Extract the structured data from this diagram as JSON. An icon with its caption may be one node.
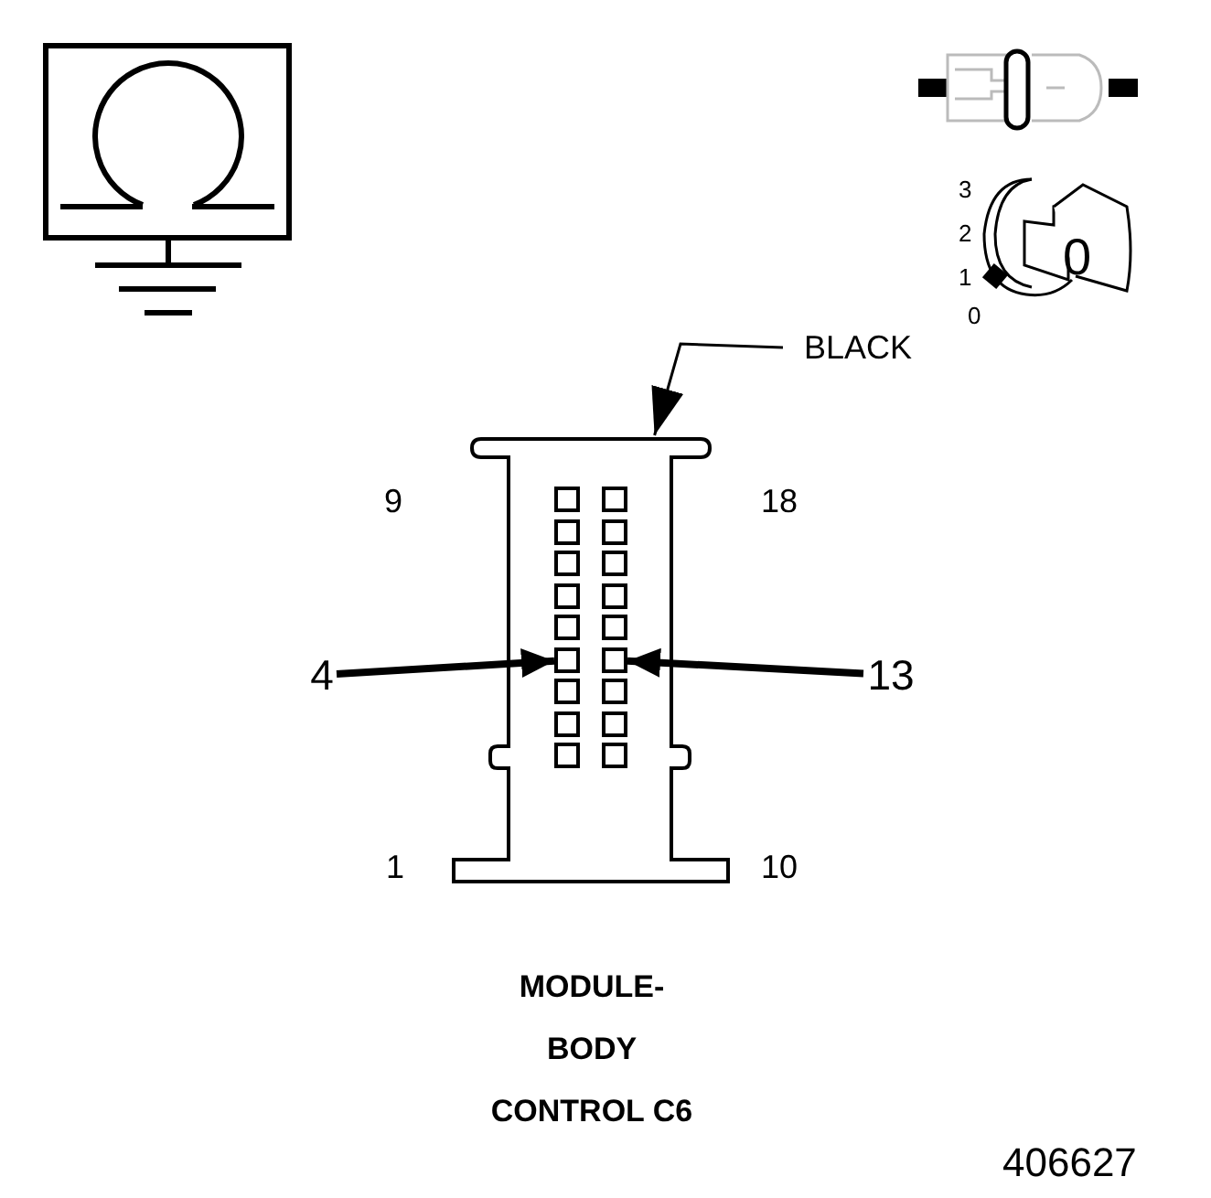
{
  "diagram": {
    "caption": "MODULE- BODY CONTROL C6",
    "nodes": [
      {
        "text": [
          "BLACK"
        ]
      },
      {
        "text": [],
        "shape": "box"
      },
      {
        "text": [],
        "shape": "box",
        "in": 1
      },
      {
        "text": [],
        "shape": "box",
        "in": 1
      },
      {
        "text": [
          "4"
        ]
      },
      {
        "text": [
          "13"
        ]
      }
    ],
    "edges": [
      {
        "from": 0,
        "to": 1,
        "arrow": "to"
      },
      {
        "from": 4,
        "to": 2,
        "arrow": "to"
      },
      {
        "from": 5,
        "to": 3,
        "arrow": "to"
      }
    ],
    "labels": [
      "3",
      "2",
      "1",
      "0",
      "0",
      "9",
      "18",
      "1",
      "10",
      "406627"
    ]
  }
}
